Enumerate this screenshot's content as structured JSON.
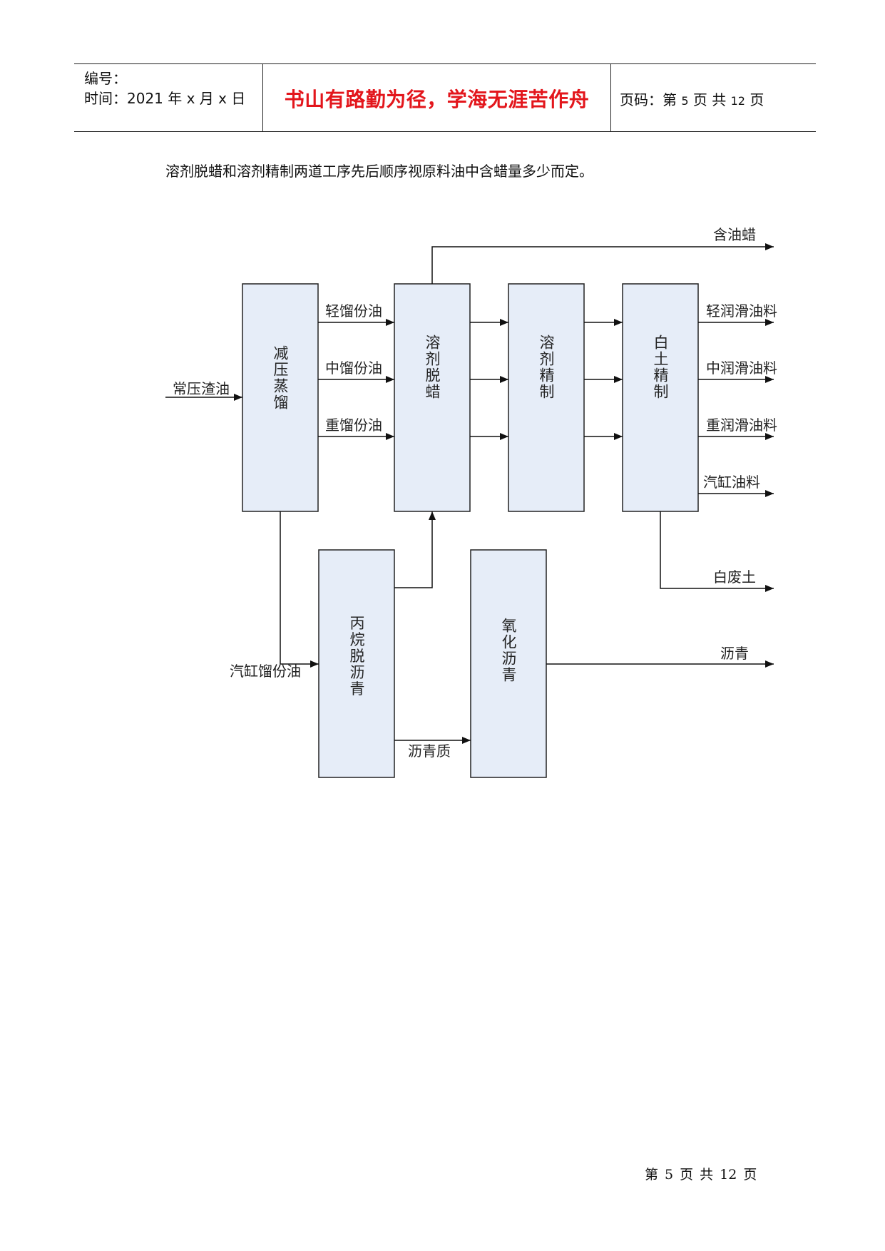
{
  "header": {
    "number_label": "编号：",
    "time_label": "时间：2021 年 x 月 x 日",
    "motto": "书山有路勤为径，学海无涯苦作舟",
    "page_prefix": "页码：第",
    "page_num": "5",
    "page_mid": "页  共",
    "page_total": "12",
    "page_suffix": "页"
  },
  "intro_text": "溶剂脱蜡和溶剂精制两道工序先后顺序视原料油中含蜡量多少而定。",
  "diagram": {
    "boxes": {
      "vacuum": "减压蒸馏",
      "dewax": "溶剂脱蜡",
      "refine": "溶剂精制",
      "clay": "白土精制",
      "propane": "丙烷脱沥青",
      "oxidize": "氧化沥青"
    },
    "labels": {
      "feed": "常压渣油",
      "light_cut": "轻馏份油",
      "mid_cut": "中馏份油",
      "heavy_cut": "重馏份油",
      "cyl_cut": "汽缸馏份油",
      "wax": "含油蜡",
      "light_lube": "轻润滑油料",
      "mid_lube": "中润滑油料",
      "heavy_lube": "重润滑油料",
      "cyl_oil": "汽缸油料",
      "spent_clay": "白废土",
      "asphalt": "沥青",
      "asphaltene": "沥青质"
    }
  },
  "footer": {
    "di": "第",
    "num": "5",
    "ye1": "页",
    "gong": "共",
    "total": "12",
    "ye2": "页"
  }
}
